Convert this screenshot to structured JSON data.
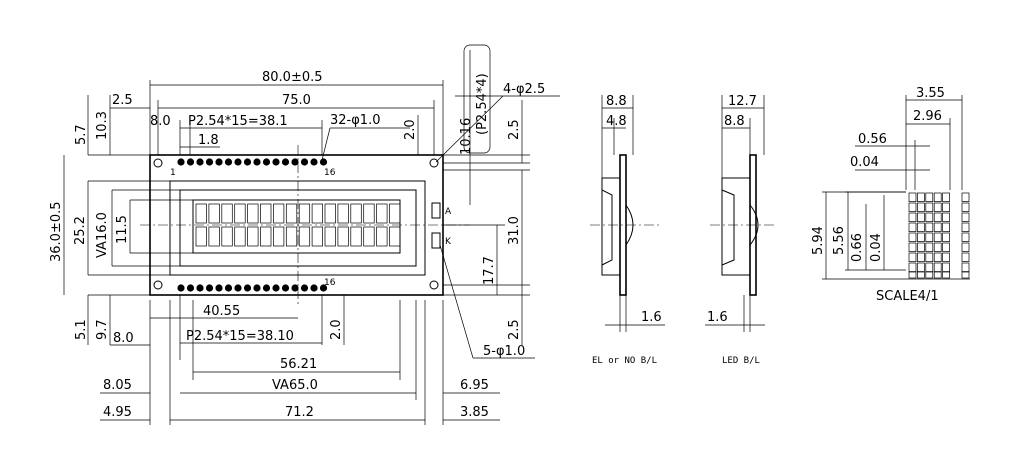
{
  "front_view": {
    "overall_width": "80.0±0.5",
    "pcb_width": "75.0",
    "pin_pitch_top": "P2.54*15=38.1",
    "pin_pitch_bottom": "P2.54*15=38.10",
    "mount_holes": "4-φ2.5",
    "top_holes": "32-φ1.0",
    "backlight_holes": "5-φ1.0",
    "led_pitch_a": "10.16",
    "led_pitch_b": "(P2.54*4)",
    "dims": {
      "d2_5_left": "2.5",
      "d5_7": "5.7",
      "d10_3": "10.3",
      "d8_0_top": "8.0",
      "d1_8": "1.8",
      "d2_0_top": "2.0",
      "d2_5_right_top": "2.5",
      "d36": "36.0±0.5",
      "d25_2": "25.2",
      "va16": "VA16.0",
      "d11_5": "11.5",
      "d31": "31.0",
      "d17_7": "17.7",
      "d5_1": "5.1",
      "d9_7": "9.7",
      "d8_0_bot": "8.0",
      "d40_55": "40.55",
      "d2_0_bot": "2.0",
      "d2_5_right_bot": "2.5",
      "d56_21": "56.21",
      "va65": "VA65.0",
      "d8_05": "8.05",
      "d6_95": "6.95",
      "d4_95": "4.95",
      "d71_2": "71.2",
      "d3_85": "3.85"
    },
    "pin_labels": {
      "p1": "1",
      "p16_top": "16",
      "p16_bot": "16",
      "anode": "A",
      "cathode": "K"
    }
  },
  "side_el": {
    "w1": "8.8",
    "w2": "4.8",
    "bot": "1.6",
    "caption": "EL or NO B/L"
  },
  "side_led": {
    "w1": "12.7",
    "w2": "8.8",
    "bot": "1.6",
    "caption": "LED B/L"
  },
  "char_detail": {
    "d3_55": "3.55",
    "d2_96": "2.96",
    "d0_56": "0.56",
    "d0_04_h": "0.04",
    "d5_94": "5.94",
    "d5_56": "5.56",
    "d0_66": "0.66",
    "d0_04_v": "0.04",
    "scale": "SCALE4/1"
  }
}
